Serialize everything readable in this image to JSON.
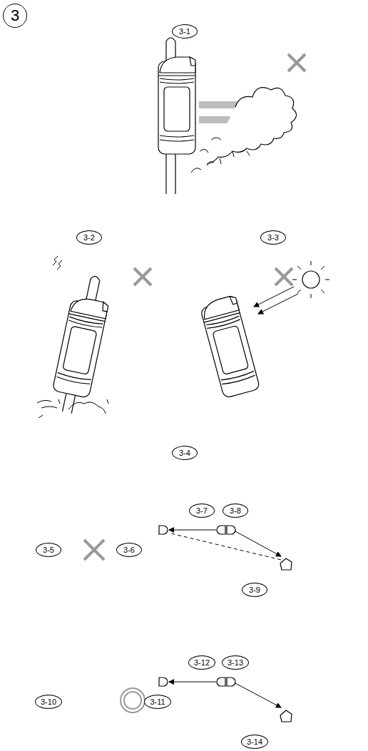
{
  "diagram": {
    "labels": [
      "3",
      "3-1",
      "3-2",
      "3-3",
      "3-4",
      "3-7",
      "3-8",
      "3-5",
      "3-6",
      "3-9",
      "3-12",
      "3-13",
      "3-10",
      "3-11",
      "3-14"
    ]
  }
}
